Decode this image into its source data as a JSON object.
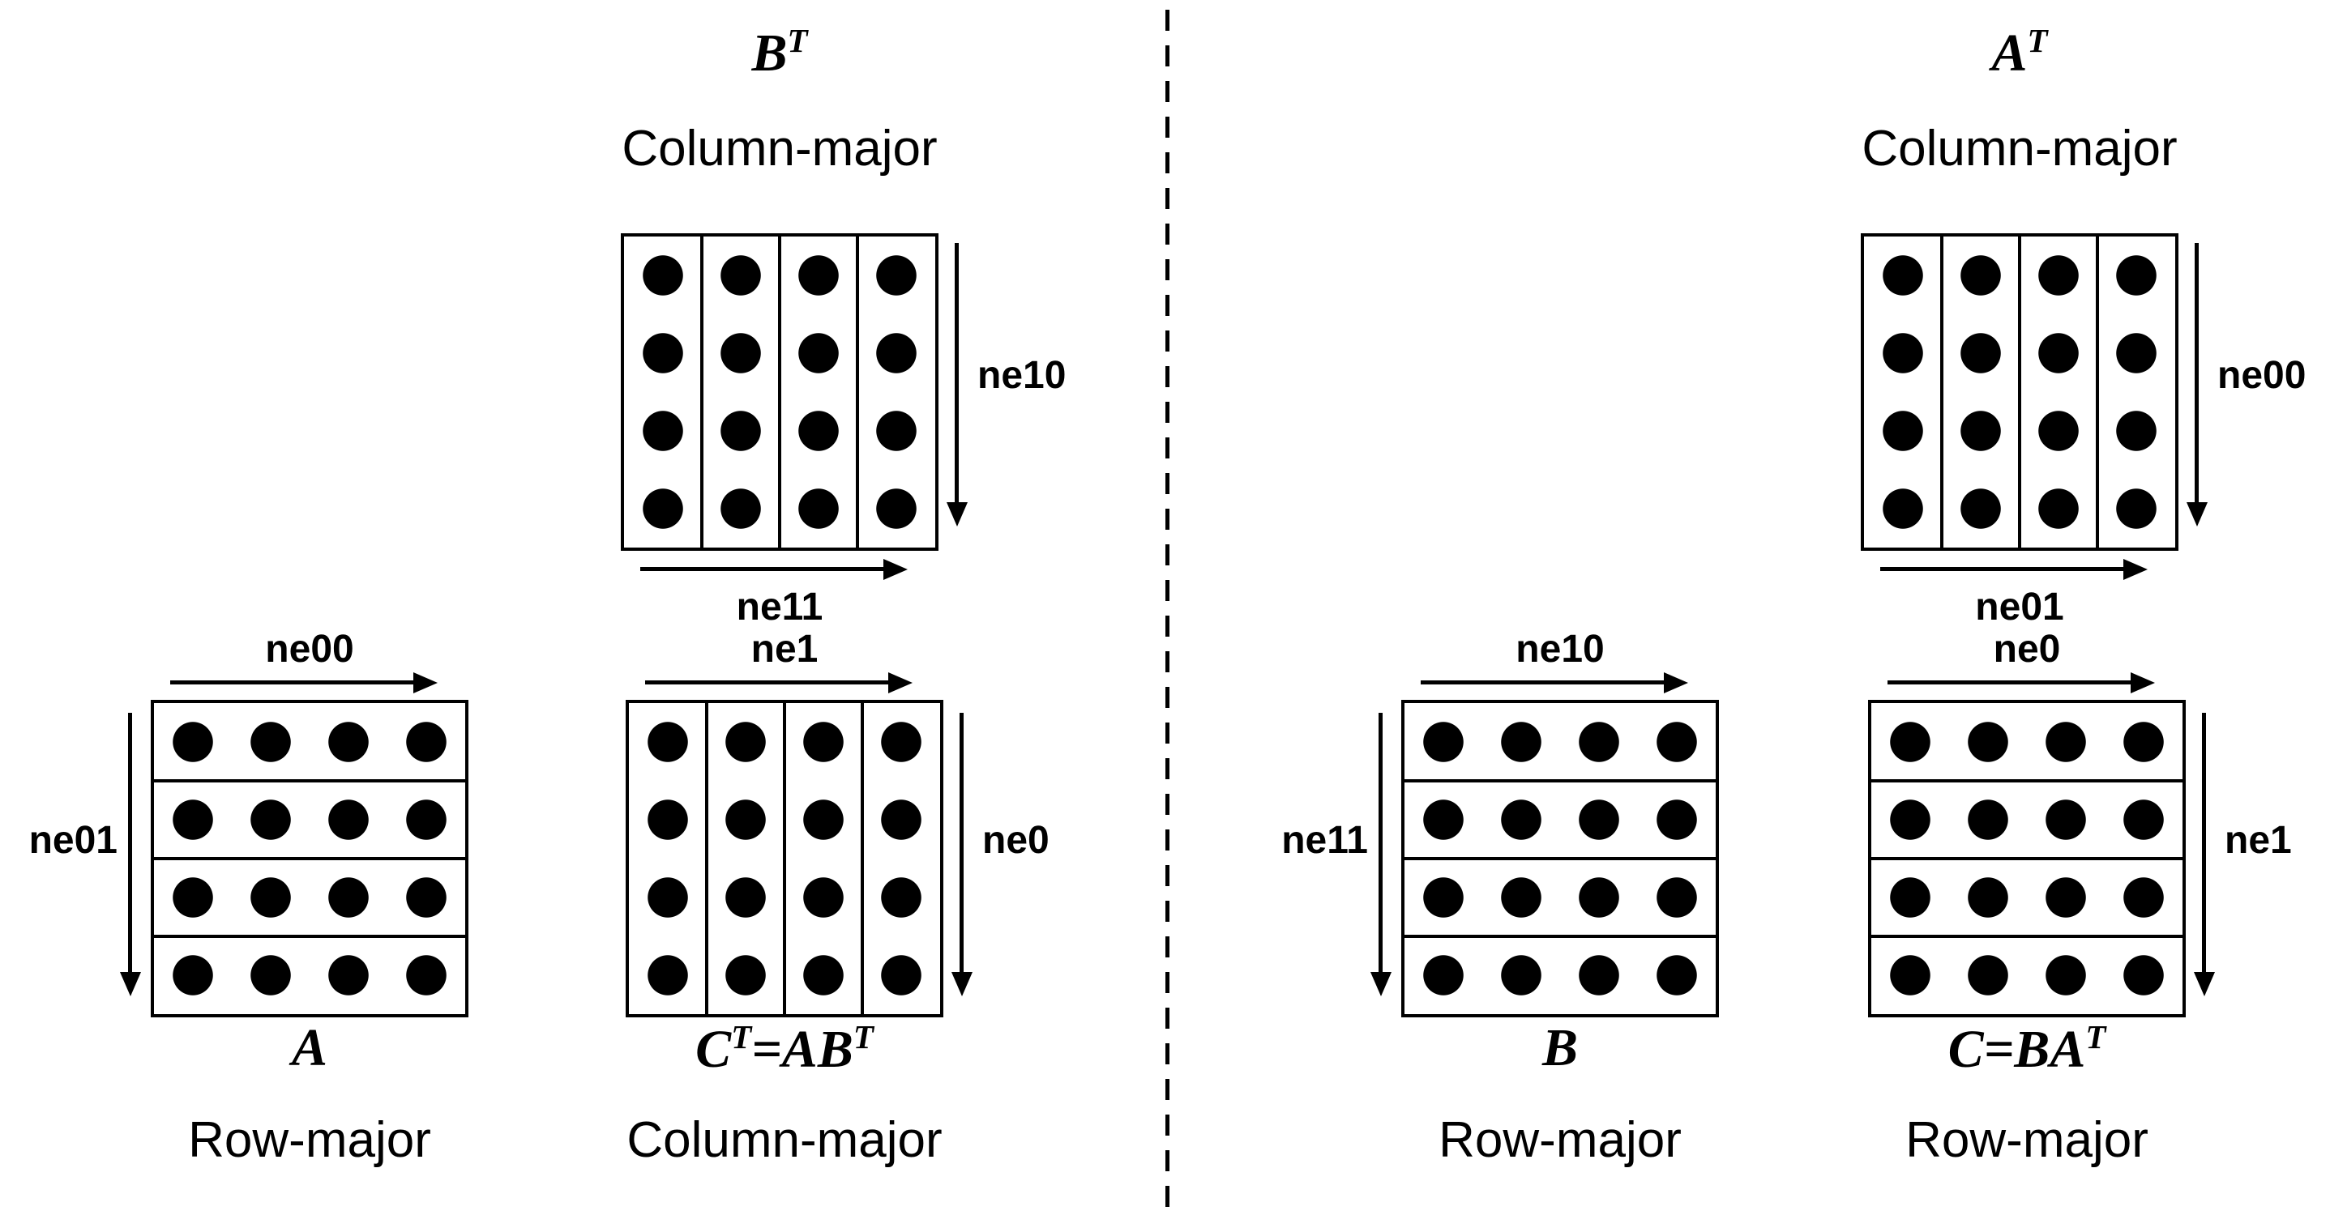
{
  "left_panel": {
    "bt": {
      "title_base": "B",
      "title_sup": "T",
      "layout": "Column-major",
      "ne_down": "ne10",
      "ne_across": "ne11"
    },
    "a": {
      "caption": "A",
      "layout": "Row-major",
      "ne_across": "ne00",
      "ne_down": "ne01"
    },
    "ct": {
      "caption_seg1": "C",
      "caption_sup1": "T",
      "caption_seg2": "=AB",
      "caption_sup2": "T",
      "layout": "Column-major",
      "ne_across": "ne1",
      "ne_down": "ne0"
    }
  },
  "right_panel": {
    "at": {
      "title_base": "A",
      "title_sup": "T",
      "layout": "Column-major",
      "ne_down": "ne00",
      "ne_across": "ne01"
    },
    "b": {
      "caption": "B",
      "layout": "Row-major",
      "ne_across": "ne10",
      "ne_down": "ne11"
    },
    "c": {
      "caption_seg1": "C",
      "caption_sup1": "",
      "caption_seg2": "=BA",
      "caption_sup2": "T",
      "layout": "Row-major",
      "ne_across": "ne0",
      "ne_down": "ne1"
    }
  },
  "grid": {
    "rows": 4,
    "cols": 4
  },
  "colors": {
    "ink": "#000000",
    "background": "#ffffff"
  }
}
